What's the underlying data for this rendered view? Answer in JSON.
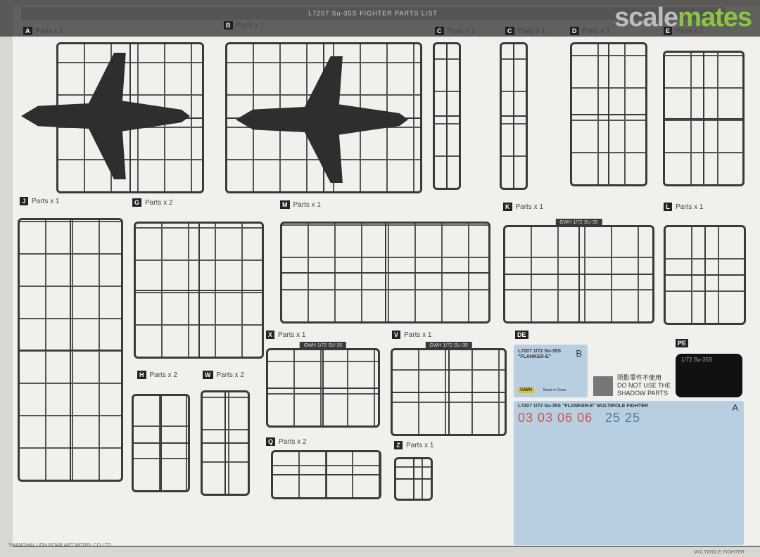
{
  "header": {
    "title": "L7207 Su-35S FIGHTER PARTS LIST"
  },
  "watermark": {
    "part1": "scale",
    "part2": "mates"
  },
  "sprues": [
    {
      "key": "A",
      "label": "Parts x 1"
    },
    {
      "key": "B",
      "label": "Parts x 1"
    },
    {
      "key": "C",
      "label": "Parts x 1"
    },
    {
      "key": "C",
      "label": "Parts x 1"
    },
    {
      "key": "D",
      "label": "Parts x 1"
    },
    {
      "key": "E",
      "label": "Parts x 2"
    },
    {
      "key": "J",
      "label": "Parts x 1"
    },
    {
      "key": "G",
      "label": "Parts x 2"
    },
    {
      "key": "M",
      "label": "Parts x 1"
    },
    {
      "key": "K",
      "label": "Parts x 1",
      "tag": "GWH 1/72 SU-35"
    },
    {
      "key": "L",
      "label": "Parts x 1"
    },
    {
      "key": "X",
      "label": "Parts x 1",
      "tag": "GWH 1/72 SU-35"
    },
    {
      "key": "V",
      "label": "Parts x 1",
      "tag": "GWH 1/72 SU-35"
    },
    {
      "key": "H",
      "label": "Parts x 2"
    },
    {
      "key": "W",
      "label": "Parts x 2"
    },
    {
      "key": "Q",
      "label": "Parts x 2"
    },
    {
      "key": "Z",
      "label": "Parts x 1"
    }
  ],
  "decal_b": {
    "key": "DE",
    "letter": "B",
    "title": "L7207 1/72 Su-35S \"FLANKER-E\"",
    "brand": "GWH",
    "made": "Made in China"
  },
  "pe": {
    "key": "PE",
    "title": "1/72 Su-35S"
  },
  "notice": {
    "cn": "阴影零件不使用",
    "en1": "DO NOT USE THE",
    "en2": "SHADOW PARTS"
  },
  "decal_a": {
    "letter": "A",
    "title": "L7207 1/72 Su-35S \"FLANKER-E\" MULTIROLE FIGHTER",
    "numbers": "03 03 06 06",
    "numbers2": "25 25"
  },
  "footer": {
    "company": "SHANGHAI LION ROAR ART MODEL CO LTD",
    "right": "MULTIROLE FIGHTER"
  }
}
